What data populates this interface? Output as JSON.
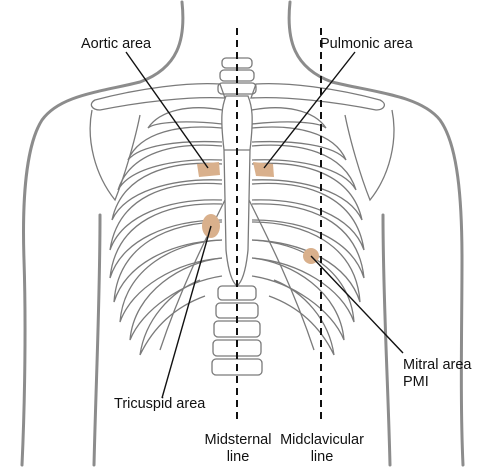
{
  "labels": {
    "aortic": "Aortic area",
    "pulmonic": "Pulmonic area",
    "tricuspid": "Tricuspid area",
    "mitral_line1": "Mitral area",
    "mitral_line2": "PMI",
    "midsternal_line1": "Midsternal",
    "midsternal_line2": "line",
    "midclavicular_line1": "Midclavicular",
    "midclavicular_line2": "line"
  },
  "colors": {
    "outline": "#7a7a7a",
    "body_outline": "#8c8c8c",
    "area_marker": "#d9b08c",
    "leader_line": "#111111",
    "dashed_line": "#111111",
    "background": "#ffffff"
  }
}
